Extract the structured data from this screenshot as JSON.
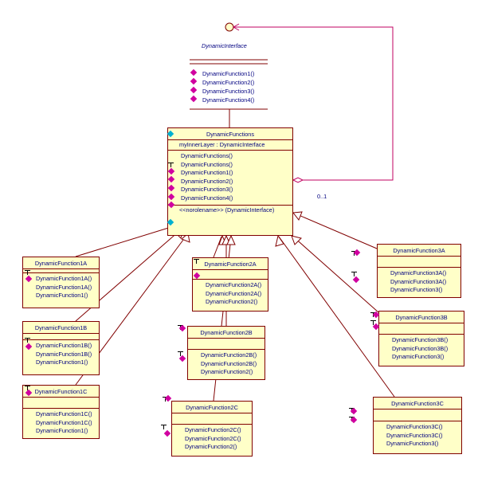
{
  "interface": {
    "name": "DynamicInterface",
    "operations": [
      "DynamicFunction1()",
      "DynamicFunction2()",
      "DynamicFunction3()",
      "DynamicFunction4()"
    ]
  },
  "multiplicity": "0..1",
  "classes": [
    {
      "id": "main",
      "name": "DynamicFunctions",
      "attribute": "myInnerLayer : DynamicInterface",
      "operations": [
        "DynamicFunctions()",
        "DynamicFunctions()",
        "DynamicFunction1()",
        "DynamicFunction2()",
        "DynamicFunction3()",
        "DynamicFunction4()"
      ],
      "role": "<<norolename>> (DynamicInterface)"
    },
    {
      "id": "c1a",
      "name": "DynamicFunction1A",
      "operations": [
        "DynamicFunction1A()",
        "DynamicFunction1A()",
        "DynamicFunction1()"
      ]
    },
    {
      "id": "c1b",
      "name": "DynamicFunction1B",
      "operations": [
        "DynamicFunction1B()",
        "DynamicFunction1B()",
        "DynamicFunction1()"
      ]
    },
    {
      "id": "c1c",
      "name": "DynamicFunction1C",
      "operations": [
        "DynamicFunction1C()",
        "DynamicFunction1C()",
        "DynamicFunction1()"
      ]
    },
    {
      "id": "c2a",
      "name": "DynamicFunction2A",
      "operations": [
        "DynamicFunction2A()",
        "DynamicFunction2A()",
        "DynamicFunction2()"
      ]
    },
    {
      "id": "c2b",
      "name": "DynamicFunction2B",
      "operations": [
        "DynamicFunction2B()",
        "DynamicFunction2B()",
        "DynamicFunction2()"
      ]
    },
    {
      "id": "c2c",
      "name": "DynamicFunction2C",
      "operations": [
        "DynamicFunction2C()",
        "DynamicFunction2C()",
        "DynamicFunction2()"
      ]
    },
    {
      "id": "c3a",
      "name": "DynamicFunction3A",
      "operations": [
        "DynamicFunction3A()",
        "DynamicFunction3A()",
        "DynamicFunction3()"
      ]
    },
    {
      "id": "c3b",
      "name": "DynamicFunction3B",
      "operations": [
        "DynamicFunction3B()",
        "DynamicFunction3B()",
        "DynamicFunction3()"
      ]
    },
    {
      "id": "c3c",
      "name": "DynamicFunction3C",
      "operations": [
        "DynamicFunction3C()",
        "DynamicFunction3C()",
        "DynamicFunction3()"
      ]
    }
  ],
  "colors": {
    "line": "#800000",
    "text": "#000080",
    "fill": "#ffffc8",
    "assoc": "#c00060"
  }
}
